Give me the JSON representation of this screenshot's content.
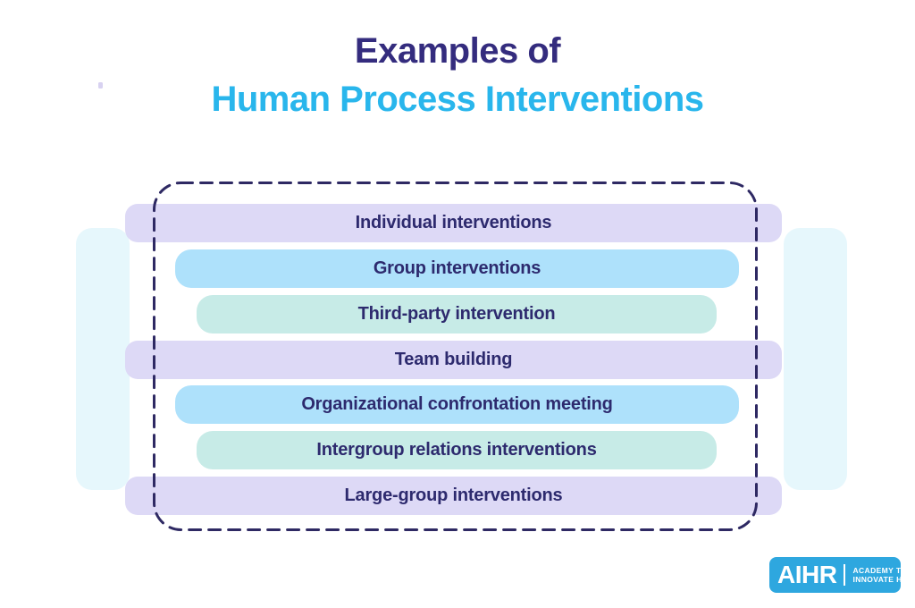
{
  "title": {
    "line1": "Examples of",
    "line2": "Human Process Interventions"
  },
  "diagram": {
    "container": "dashed rounded rectangle grouping all interventions",
    "items": [
      {
        "label": "Individual interventions",
        "style": "lavender"
      },
      {
        "label": "Group interventions",
        "style": "blue"
      },
      {
        "label": "Third-party intervention",
        "style": "teal"
      },
      {
        "label": "Team building",
        "style": "lavender"
      },
      {
        "label": "Organizational confrontation meeting",
        "style": "blue"
      },
      {
        "label": "Intergroup relations interventions",
        "style": "teal"
      },
      {
        "label": "Large-group interventions",
        "style": "lavender"
      }
    ]
  },
  "logo": {
    "brand": "AIHR",
    "tagline_line1": "ACADEMY TO",
    "tagline_line2": "INNOVATE HR"
  },
  "colors": {
    "title_navy": "#342c7e",
    "title_cyan": "#29b6ec",
    "bar_text": "#2d2a6e",
    "bar_lavender": "#ddd9f6",
    "bar_blue": "#aee1fb",
    "bar_teal": "#c7ebe7",
    "side_accent": "#e6f7fc",
    "dashed_border": "#2e2963",
    "logo_blue": "#2ea7df"
  }
}
